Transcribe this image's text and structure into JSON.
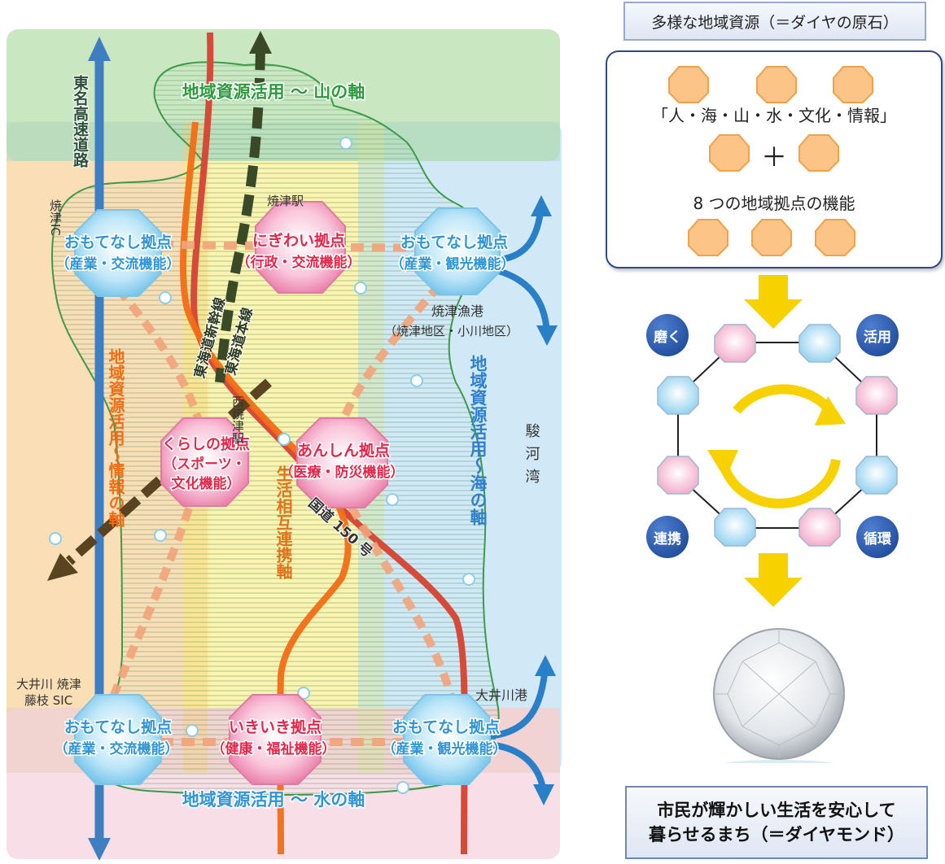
{
  "map": {
    "axis_mountain": "地域資源活用 ～ 山の軸",
    "axis_water": "地域資源活用 ～ 水の軸",
    "axis_sea": "地域資源活用～海の軸",
    "axis_info": "地域資源活用～情報の軸",
    "axis_life": "生活相互連携軸",
    "expressway": "東名高速道路",
    "shinkansen": "東海道新幹線",
    "jr_line": "東海道本線",
    "route150": "国道 150 号",
    "place_yaizu_ic": "焼津IC",
    "place_yaizu_station": "焼津駅",
    "place_nishiyaizu": "西焼津駅",
    "place_fishing_port_1": "焼津漁港",
    "place_fishing_port_2": "（焼津地区・小川地区）",
    "place_bay": "駿河湾",
    "place_sic_1": "大井川 焼津",
    "place_sic_2": "藤枝 SIC",
    "place_oigawa_port": "大井川港",
    "hubs": {
      "nw": [
        "おもてなし拠点",
        "（産業・交流機能）"
      ],
      "north": [
        "にぎわい拠点",
        "（行政・交流機能）"
      ],
      "ne": [
        "おもてなし拠点",
        "（産業・観光機能）"
      ],
      "w": [
        "くらしの拠点",
        "（スポーツ・",
        "文化機能）"
      ],
      "e": [
        "あんしん拠点",
        "（医療・防災機能）"
      ],
      "sw": [
        "おもてなし拠点",
        "（産業・交流機能）"
      ],
      "south": [
        "いきいき拠点",
        "（健康・福祉機能）"
      ],
      "se": [
        "おもてなし拠点",
        "（産業・観光機能）"
      ]
    }
  },
  "concept": {
    "title": "多様な地域資源（＝ダイヤの原石）",
    "resources": "「人・海・山・水・文化・情報」",
    "plus": "＋",
    "hubs_functions": "8 つの地域拠点の機能",
    "badge_polish": "磨く",
    "badge_use": "活用",
    "badge_link": "連携",
    "badge_cycle": "循環",
    "goal_line1": "市民が輝かしい生活を安心して",
    "goal_line2": "暮らせるまち（＝ダイヤモンド）"
  },
  "colors": {
    "mountain_green": "#bfe3b6",
    "sea_blue": "#cfe8f6",
    "info_orange": "#f9d8a8",
    "life_yellow": "#fdf3a6",
    "water_pink": "#f8dce6",
    "hub_blue": "#9fd7f1",
    "hub_pink": "#f4a6c4",
    "arrow_yellow": "#f7d200",
    "badge_blue": "#1f4fa0"
  }
}
